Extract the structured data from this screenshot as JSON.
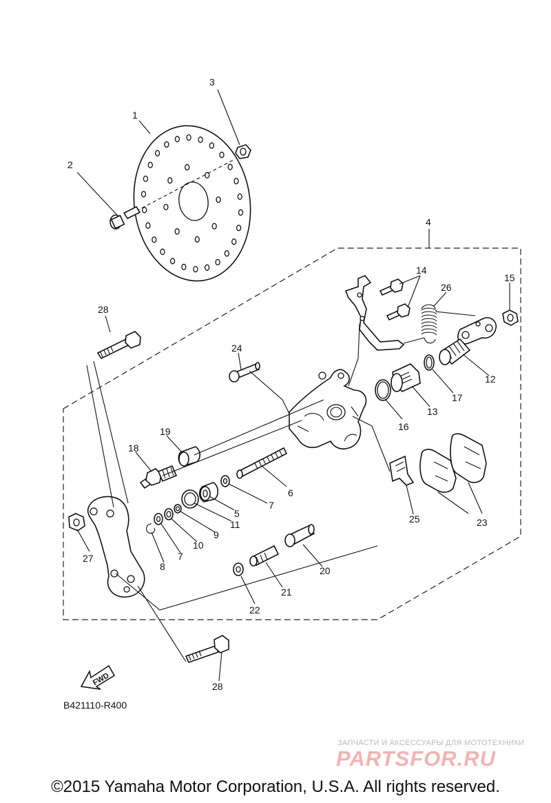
{
  "callouts": [
    "1",
    "2",
    "3",
    "4",
    "14",
    "15",
    "26",
    "28",
    "24",
    "12",
    "17",
    "16",
    "13",
    "19",
    "18",
    "6",
    "7",
    "5",
    "11",
    "9",
    "10",
    "7",
    "8",
    "25",
    "23",
    "27",
    "20",
    "21",
    "22",
    "28"
  ],
  "fwd_label": "FWD",
  "diagram_code": "B421110-R400",
  "watermark": {
    "tagline": "ЗАПЧАСТИ И АКСЕССУАРЫ ДЛЯ МОТОТЕХНИКИ",
    "logo": "PARTSFOR.RU"
  },
  "copyright": "©2015 Yamaha Motor Corporation, U.S.A. All rights reserved."
}
